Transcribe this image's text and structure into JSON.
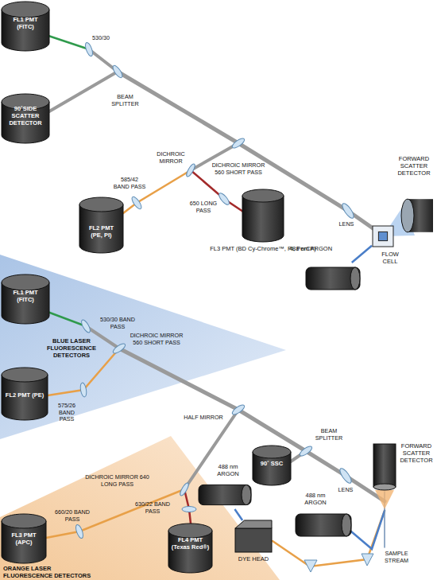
{
  "diagram": {
    "nodes": [
      {
        "text": [
          "FL1 PMT (FITC)"
        ]
      },
      {
        "text": [
          "90˚SIDE SCATTER DETECTOR"
        ]
      },
      {
        "text": [
          "FL2 PMT (PE, PI)"
        ]
      },
      {
        "text": [
          "FL3 PMT (BD Cy-Chrome™, PI, PerCP)"
        ]
      },
      {
        "text": [
          "FORWARD SCATTER DETECTOR"
        ]
      },
      {
        "text": [
          "488 nm ARGON"
        ]
      },
      {
        "text": [
          "FLOW CELL"
        ]
      },
      {
        "text": [
          "FL1 PMT (FITC)"
        ]
      },
      {
        "text": [
          "FL2 PMT (PE)"
        ]
      },
      {
        "text": [
          "FL3 PMT (APC)"
        ]
      },
      {
        "text": [
          "FL4 PMT (Texas Red®)"
        ]
      },
      {
        "text": [
          "90˚ SSC"
        ]
      },
      {
        "text": [
          "FORWARD SCATTER DETECTOR"
        ]
      },
      {
        "text": [
          "488 nm ARGON"
        ]
      },
      {
        "text": [
          "488 nm ARGON"
        ]
      },
      {
        "text": [
          "DYE HEAD"
        ]
      }
    ],
    "edges": [
      {
        "from": 5,
        "to": 6,
        "arrow": "none"
      },
      {
        "from": 13,
        "to": 15,
        "arrow": "none"
      }
    ],
    "labels": [
      "530/30",
      "BEAM SPLITTER",
      "DICHROIC MIRROR 560 SHORT PASS",
      "DICHROIC MIRROR",
      "585/42 BAND PASS",
      "650 LONG PASS",
      "LENS",
      "530/30 BAND PASS",
      "DICHROIC MIRROR 560 SHORT PASS",
      "BLUE LASER FLUORESCENCE DETECTORS",
      "575/26 BAND PASS",
      "HALF MIRROR",
      "BEAM SPLITTER",
      "LENS",
      "DICHROIC MIRROR 640 LONG PASS",
      "660/20 BAND PASS",
      "630/22 BAND PASS",
      "ORANGE LASER FLUORESCENCE DETECTORS",
      "SAMPLE STREAM"
    ]
  }
}
